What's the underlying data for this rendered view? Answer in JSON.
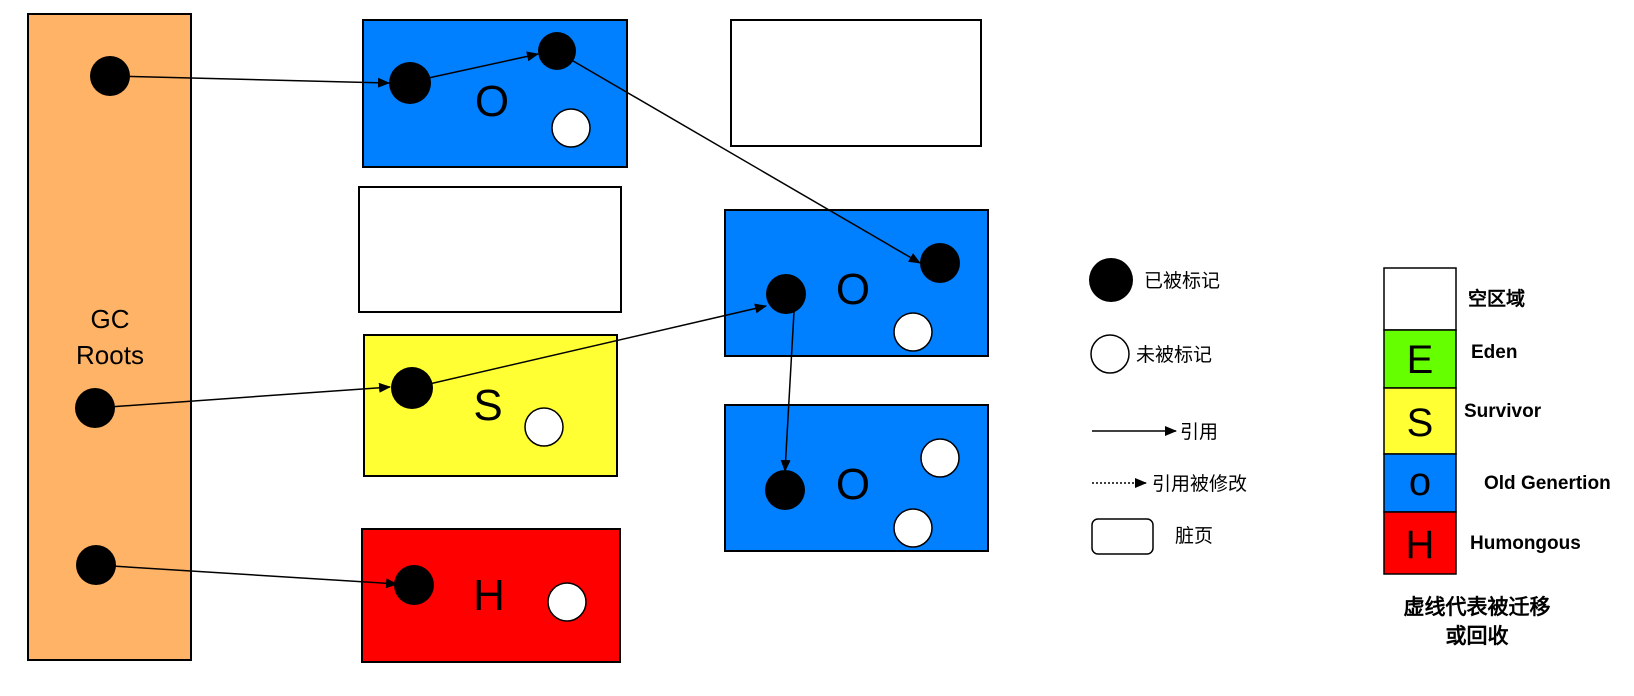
{
  "colors": {
    "gc_roots": "#FFB366",
    "old": "#007FFF",
    "survivor": "#FFFF33",
    "humongous": "#FF0000",
    "eden": "#66FF00",
    "empty": "#FFFFFF",
    "marked": "#000000",
    "unmarked": "#FFFFFF"
  },
  "gc_roots": {
    "label_line1": "GC",
    "label_line2": "Roots"
  },
  "regions": [
    {
      "id": "r1",
      "type": "old",
      "label": "O"
    },
    {
      "id": "r2",
      "type": "empty",
      "label": ""
    },
    {
      "id": "r3",
      "type": "survivor",
      "label": "S"
    },
    {
      "id": "r4",
      "type": "humongous",
      "label": "H"
    },
    {
      "id": "r5",
      "type": "empty",
      "label": ""
    },
    {
      "id": "r6",
      "type": "old",
      "label": "O"
    },
    {
      "id": "r7",
      "type": "old",
      "label": "O"
    }
  ],
  "legend": {
    "marked": "已被标记",
    "unmarked": "未被标记",
    "reference": "引用",
    "reference_modified": "引用被修改",
    "dirty_page": "脏页"
  },
  "region_key": [
    {
      "letter": "",
      "name": "空区域",
      "color": "#FFFFFF"
    },
    {
      "letter": "E",
      "name": "Eden",
      "color": "#66FF00"
    },
    {
      "letter": "S",
      "name": "Survivor",
      "color": "#FFFF33"
    },
    {
      "letter": "o",
      "name": "Old Genertion",
      "color": "#007FFF"
    },
    {
      "letter": "H",
      "name": "Humongous",
      "color": "#FF0000"
    }
  ],
  "note": {
    "line1": "虚线代表被迁移",
    "line2": "或回收"
  }
}
